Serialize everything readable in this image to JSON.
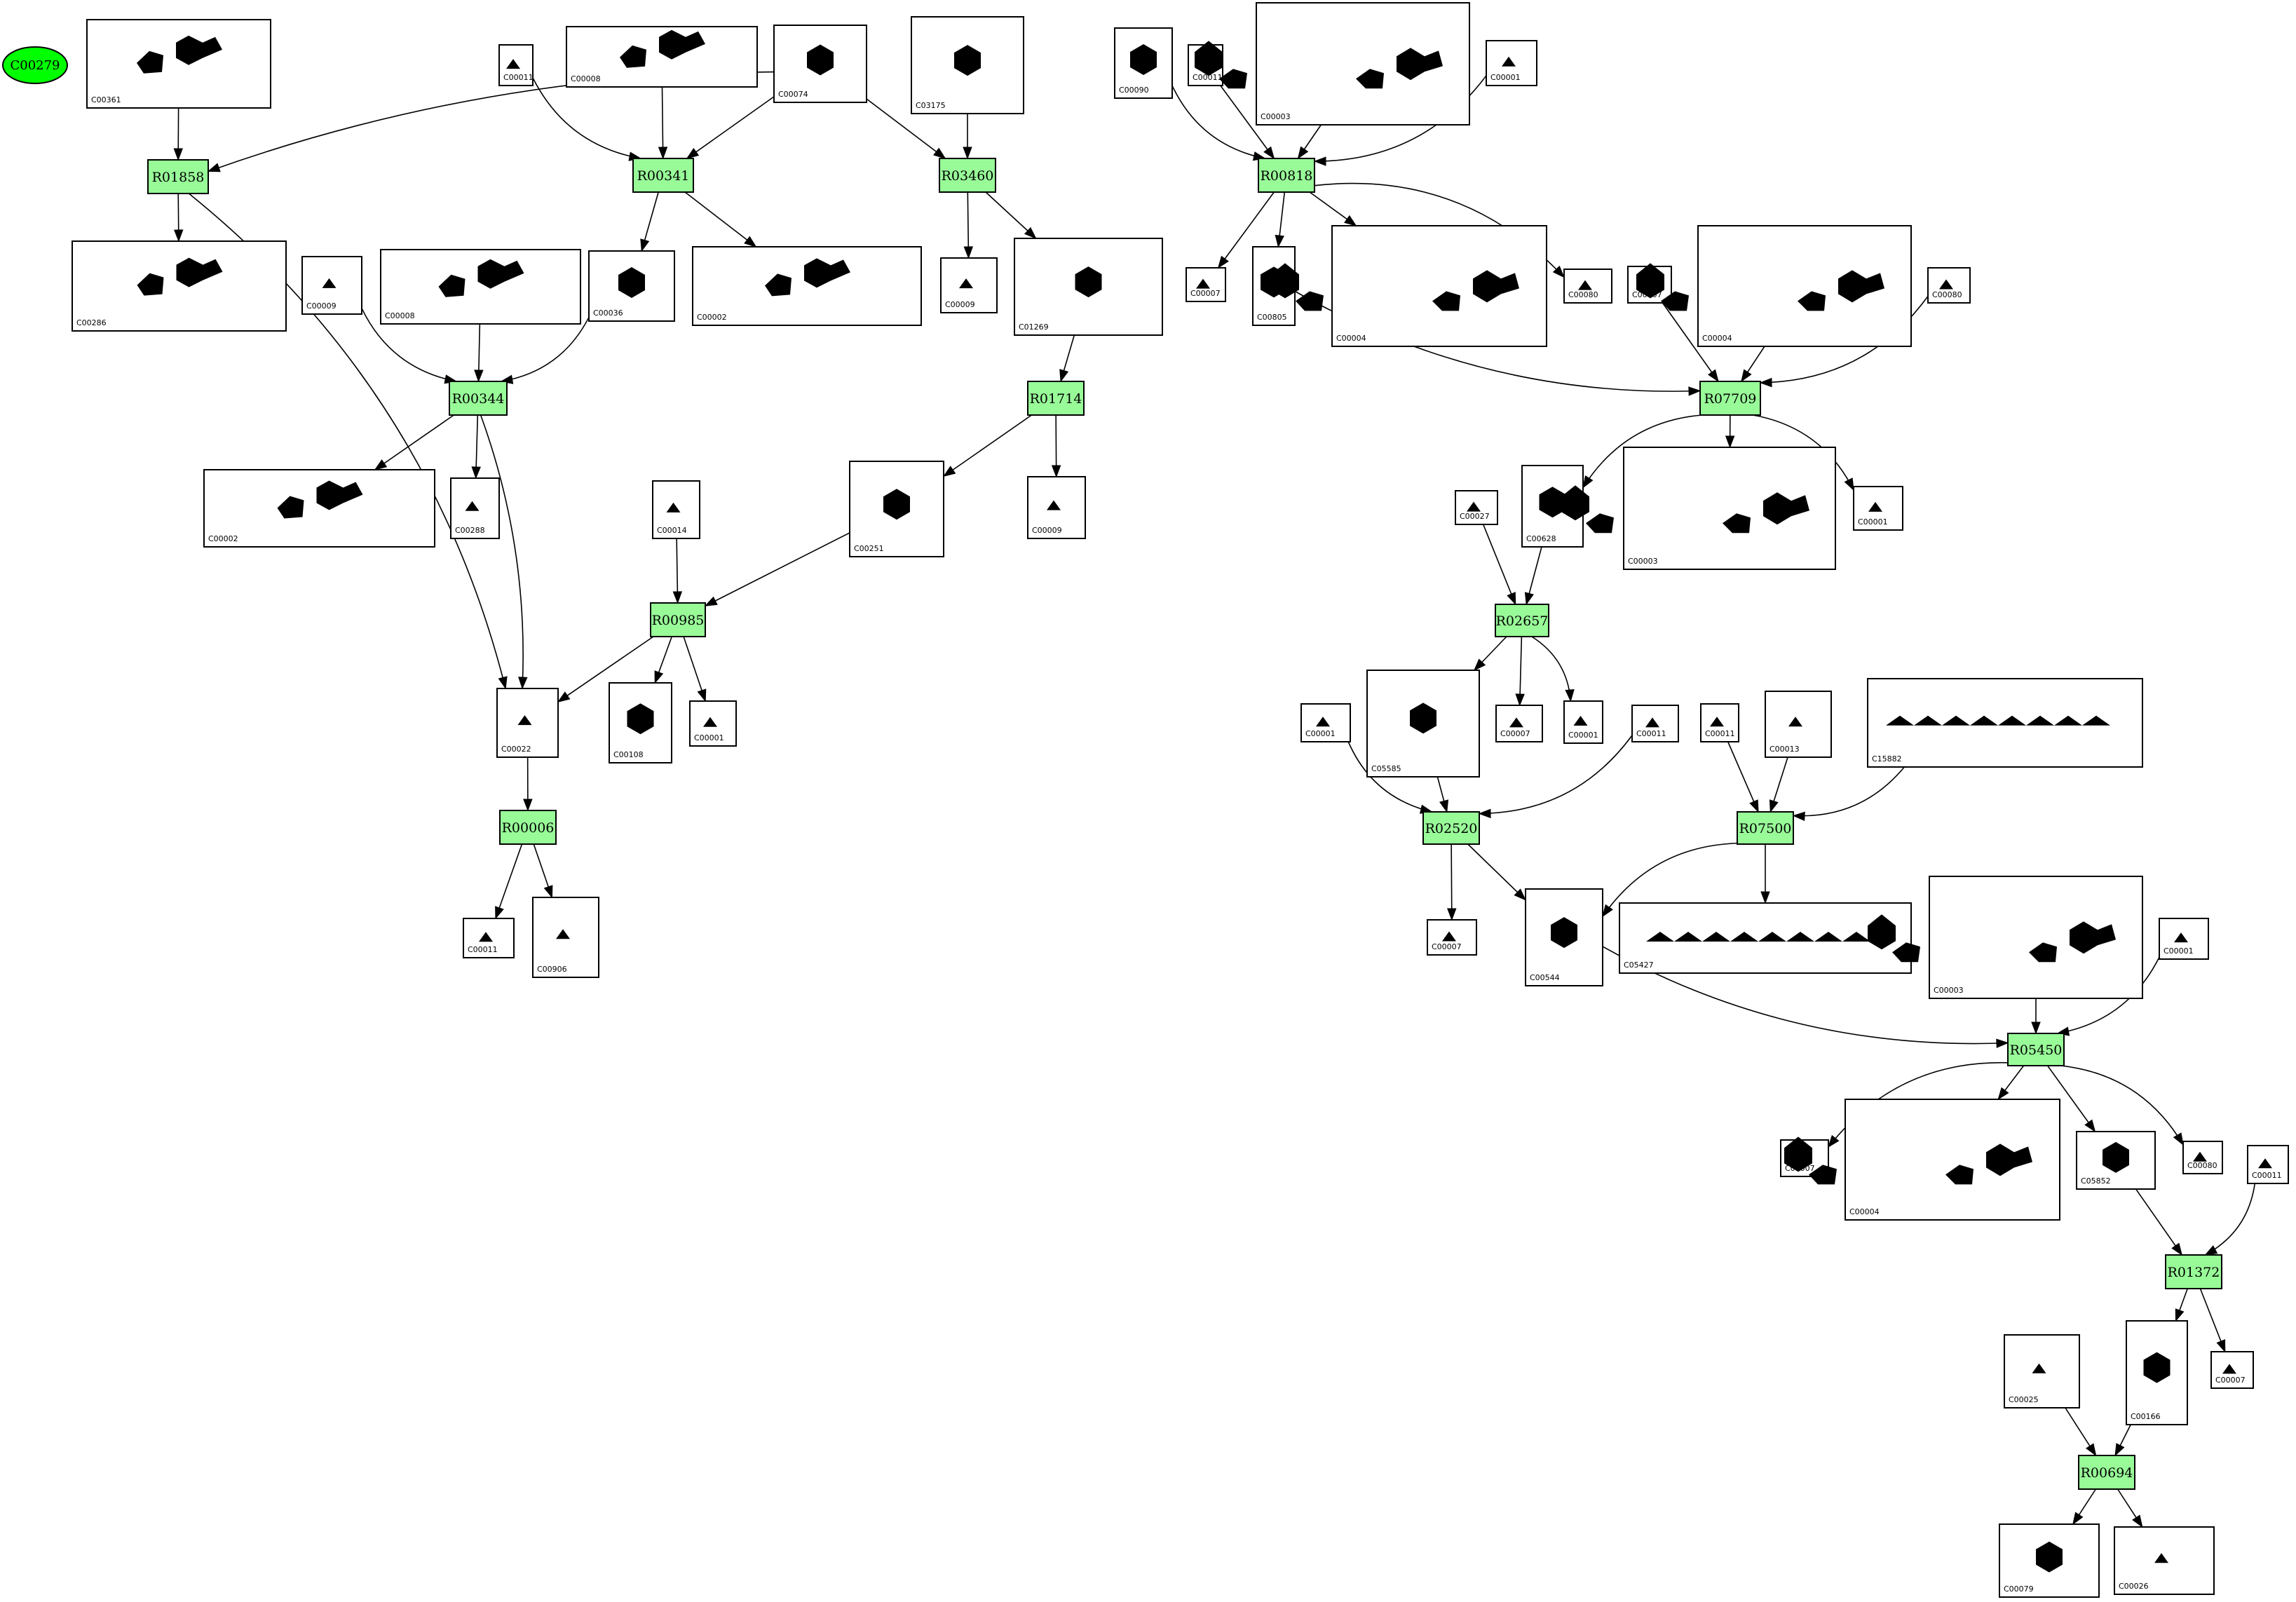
{
  "start_node": {
    "label": "C00279"
  },
  "reactions": [
    {
      "id": "R01858"
    },
    {
      "id": "R00341"
    },
    {
      "id": "R03460"
    },
    {
      "id": "R00818"
    },
    {
      "id": "R00344"
    },
    {
      "id": "R01714"
    },
    {
      "id": "R07709"
    },
    {
      "id": "R00985"
    },
    {
      "id": "R02657"
    },
    {
      "id": "R00006"
    },
    {
      "id": "R02520"
    },
    {
      "id": "R07500"
    },
    {
      "id": "R05450"
    },
    {
      "id": "R01372"
    },
    {
      "id": "R00694"
    }
  ],
  "compounds": [
    {
      "id": "C00361"
    },
    {
      "id": "C00011"
    },
    {
      "id": "C00008"
    },
    {
      "id": "C00074"
    },
    {
      "id": "C03175"
    },
    {
      "id": "C00090"
    },
    {
      "id": "C00011"
    },
    {
      "id": "C00003"
    },
    {
      "id": "C00001"
    },
    {
      "id": "C00286"
    },
    {
      "id": "C00009"
    },
    {
      "id": "C00008"
    },
    {
      "id": "C00036"
    },
    {
      "id": "C00002"
    },
    {
      "id": "C00009"
    },
    {
      "id": "C01269"
    },
    {
      "id": "C00007"
    },
    {
      "id": "C00805"
    },
    {
      "id": "C00004"
    },
    {
      "id": "C00080"
    },
    {
      "id": "C00007"
    },
    {
      "id": "C00004"
    },
    {
      "id": "C00080"
    },
    {
      "id": "C00002"
    },
    {
      "id": "C00288"
    },
    {
      "id": "C00014"
    },
    {
      "id": "C00251"
    },
    {
      "id": "C00009"
    },
    {
      "id": "C00027"
    },
    {
      "id": "C00628"
    },
    {
      "id": "C00003"
    },
    {
      "id": "C00001"
    },
    {
      "id": "C00022"
    },
    {
      "id": "C00108"
    },
    {
      "id": "C00001"
    },
    {
      "id": "C05585"
    },
    {
      "id": "C00007"
    },
    {
      "id": "C00001"
    },
    {
      "id": "C00011"
    },
    {
      "id": "C00001"
    },
    {
      "id": "C00011"
    },
    {
      "id": "C00013"
    },
    {
      "id": "C15882"
    },
    {
      "id": "C00011"
    },
    {
      "id": "C00906"
    },
    {
      "id": "C00007"
    },
    {
      "id": "C00544"
    },
    {
      "id": "C05427"
    },
    {
      "id": "C00003"
    },
    {
      "id": "C00001"
    },
    {
      "id": "C00007"
    },
    {
      "id": "C00004"
    },
    {
      "id": "C05852"
    },
    {
      "id": "C00080"
    },
    {
      "id": "C00011"
    },
    {
      "id": "C00025"
    },
    {
      "id": "C00166"
    },
    {
      "id": "C00007"
    },
    {
      "id": "C00079"
    },
    {
      "id": "C00026"
    }
  ]
}
